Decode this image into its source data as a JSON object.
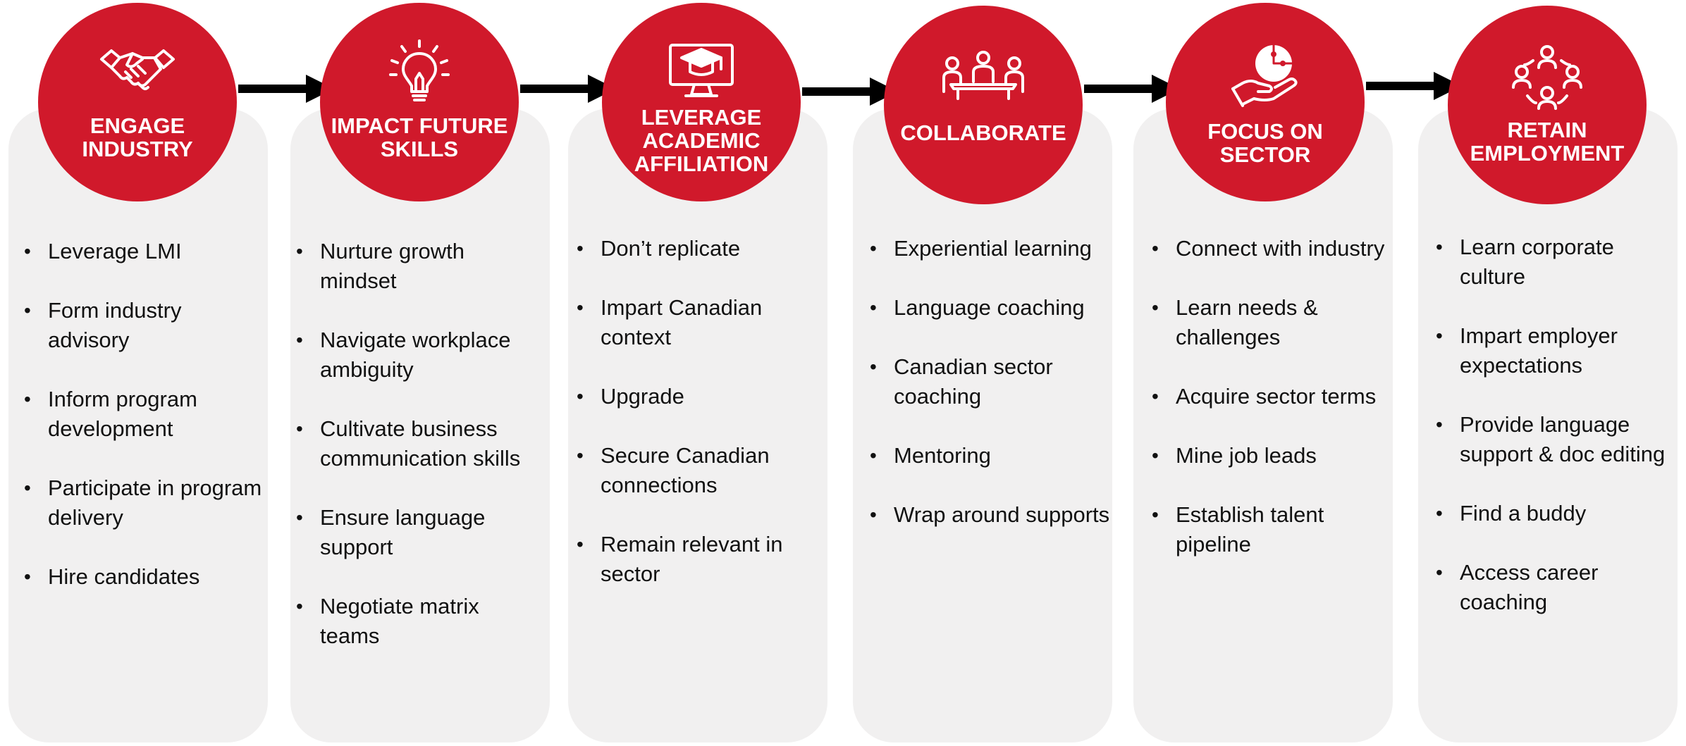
{
  "colors": {
    "accent": "#d0192b",
    "panel": "#f1f0f0",
    "arrow": "#000000"
  },
  "steps": [
    {
      "title_lines": [
        "ENGAGE",
        "INDUSTRY"
      ],
      "icon": "handshake-icon",
      "bullets": [
        "Leverage LMI",
        "Form industry advisory",
        "Inform program development",
        "Participate in program delivery",
        "Hire candidates"
      ]
    },
    {
      "title_lines": [
        "IMPACT FUTURE",
        "SKILLS"
      ],
      "icon": "lightbulb-icon",
      "bullets": [
        "Nurture growth mindset",
        "Navigate workplace ambiguity",
        "Cultivate business communication skills",
        "Ensure language support",
        "Negotiate matrix teams"
      ]
    },
    {
      "title_lines": [
        "LEVERAGE",
        "ACADEMIC",
        "AFFILIATION"
      ],
      "icon": "graduation-monitor-icon",
      "bullets": [
        "Don’t replicate",
        "Impart Canadian context",
        "Upgrade",
        "Secure Canadian connections",
        "Remain relevant in sector"
      ]
    },
    {
      "title_lines": [
        "COLLABORATE"
      ],
      "icon": "meeting-table-icon",
      "bullets": [
        "Experiential learning",
        "Language coaching",
        "Canadian sector coaching",
        "Mentoring",
        "Wrap around supports"
      ]
    },
    {
      "title_lines": [
        "FOCUS ON",
        "SECTOR"
      ],
      "icon": "hand-globe-puzzle-icon",
      "bullets": [
        "Connect with industry",
        "Learn needs & challenges",
        "Acquire sector terms",
        "Mine job leads",
        "Establish talent pipeline"
      ]
    },
    {
      "title_lines": [
        "RETAIN",
        "EMPLOYMENT"
      ],
      "icon": "people-network-icon",
      "bullets": [
        "Learn corporate culture",
        "Impart employer expectations",
        "Provide language support & doc editing",
        "Find a buddy",
        "Access career coaching"
      ]
    }
  ]
}
